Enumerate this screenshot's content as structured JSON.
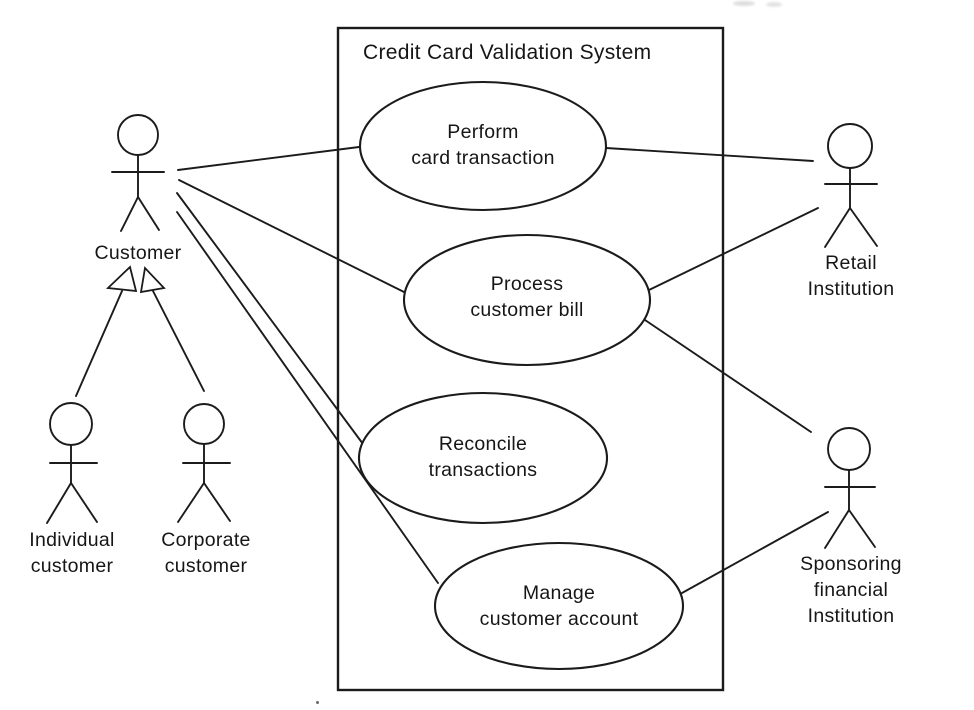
{
  "system": {
    "title": "Credit Card Validation System"
  },
  "use_cases": [
    {
      "name": "perform-card-transaction",
      "lines": [
        "Perform",
        "card transaction"
      ]
    },
    {
      "name": "process-customer-bill",
      "lines": [
        "Process",
        "customer bill"
      ]
    },
    {
      "name": "reconcile-transactions",
      "lines": [
        "Reconcile",
        "transactions"
      ]
    },
    {
      "name": "manage-customer-account",
      "lines": [
        "Manage",
        "customer account"
      ]
    }
  ],
  "actors": [
    {
      "name": "customer",
      "lines": [
        "Customer"
      ]
    },
    {
      "name": "individual-customer",
      "lines": [
        "Individual",
        "customer"
      ]
    },
    {
      "name": "corporate-customer",
      "lines": [
        "Corporate",
        "customer"
      ]
    },
    {
      "name": "retail-institution",
      "lines": [
        "Retail",
        "Institution"
      ]
    },
    {
      "name": "sponsoring-financial-institution",
      "lines": [
        "Sponsoring",
        "financial",
        "Institution"
      ]
    }
  ],
  "relationships": {
    "associations": [
      {
        "from": "Customer",
        "to": "Perform card transaction"
      },
      {
        "from": "Customer",
        "to": "Process customer bill"
      },
      {
        "from": "Customer",
        "to": "Reconcile transactions"
      },
      {
        "from": "Customer",
        "to": "Manage customer account"
      },
      {
        "from": "Retail Institution",
        "to": "Perform card transaction"
      },
      {
        "from": "Retail Institution",
        "to": "Process customer bill"
      },
      {
        "from": "Sponsoring financial Institution",
        "to": "Process customer bill"
      },
      {
        "from": "Sponsoring financial Institution",
        "to": "Manage customer account"
      }
    ],
    "generalizations": [
      {
        "child": "Individual customer",
        "parent": "Customer"
      },
      {
        "child": "Corporate customer",
        "parent": "Customer"
      }
    ]
  },
  "colors": {
    "ink": "#1b1b1b",
    "background": "#ffffff"
  }
}
